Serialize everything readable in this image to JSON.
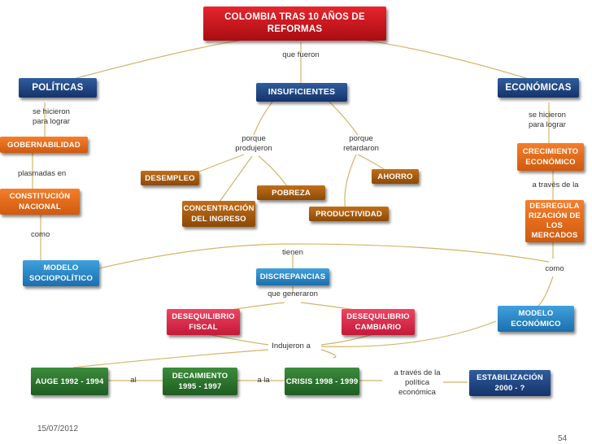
{
  "nodes": {
    "title": "COLOMBIA TRAS 10 AÑOS DE REFORMAS",
    "politicas": "POLÍTICAS",
    "insuficientes": "INSUFICIENTES",
    "economicas": "ECONÓMICAS",
    "gobernabilidad": "GOBERNABILIDAD",
    "crecimiento": "CRECIMIENTO ECONÓMICO",
    "desempleo": "DESEMPLEO",
    "ahorro": "AHORRO",
    "constitucion": "CONSTITUCIÓN NACIONAL",
    "pobreza": "POBREZA",
    "concentracion": "CONCENTRACIÓN DEL INGRESO",
    "productividad": "PRODUCTIVIDAD",
    "desregulacion": "DESREGULA RIZACIÓN DE LOS MERCADOS",
    "modelo_socio": "MODELO SOCIOPOLÍTICO",
    "discrepancias": "DISCREPANCIAS",
    "desequilibrio_fiscal": "DESEQUILIBRIO FISCAL",
    "desequilibrio_cambiario": "DESEQUILIBRIO CAMBIARIO",
    "modelo_economico": "MODELO ECONÓMICO",
    "auge": "AUGE 1992 - 1994",
    "decaimiento": "DECAIMIENTO 1995 - 1997",
    "crisis": "CRISIS 1998 - 1999",
    "estabilizacion": "ESTABILIZACIÓN 2000 - ?"
  },
  "links": {
    "que_fueron": "que fueron",
    "se_hicieron_izq": "se hicieron para lograr",
    "se_hicieron_der": "se hicieron para lograr",
    "porque_produjeron": "porque produjeron",
    "porque_retardaron": "porque retardaron",
    "plasmadas_en": "plasmadas en",
    "a_traves_de_la": "a través de la",
    "como_izq": "como",
    "como_der": "como",
    "tienen": "tienen",
    "que_generaron": "que generaron",
    "indujeron_a": "Indujeron a",
    "al": "al",
    "a_la": "a la",
    "a_traves_politica": "a través de la política económica"
  },
  "footer": {
    "date": "15/07/2012",
    "page": "54"
  }
}
